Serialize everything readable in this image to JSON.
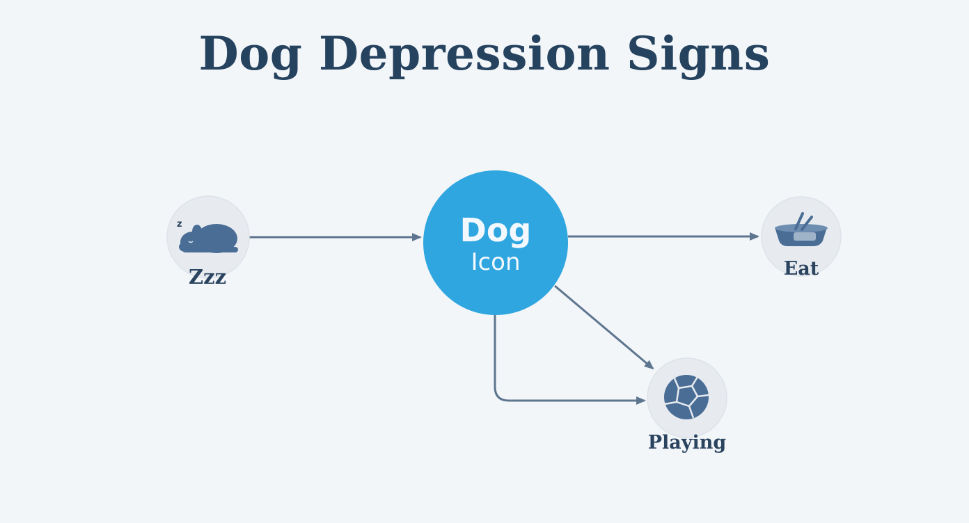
{
  "title": "Dog Depression Signs",
  "center_node": {
    "line1": "Dog",
    "line2": "Icon",
    "color": "#2fa6df"
  },
  "nodes": {
    "sleep": {
      "label": "Zzz",
      "icon": "sleeping-dog-icon",
      "zz": "z"
    },
    "eat": {
      "label": "Eat",
      "icon": "food-bowl-icon"
    },
    "play": {
      "label": "Playing",
      "icon": "ball-icon"
    }
  },
  "colors": {
    "background": "#f3f6f9",
    "title": "#25425f",
    "icon": "#4a6d96",
    "connector": "#5e7590",
    "node_bg": "#e7ebef"
  }
}
